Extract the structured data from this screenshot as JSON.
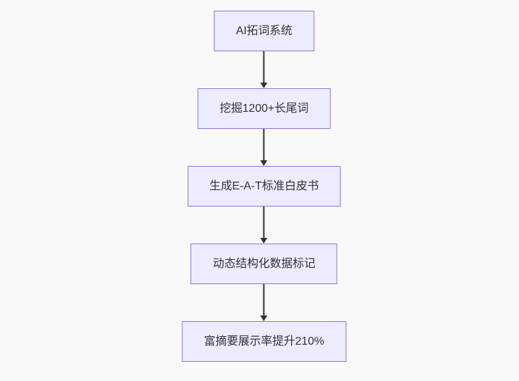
{
  "diagram": {
    "type": "flowchart",
    "direction": "top-down",
    "background_color": "#f9f9f9",
    "node_fill_color": "#ECECFF",
    "node_border_color": "#9370DB",
    "text_color": "#333333",
    "arrow_color": "#333333",
    "nodes": [
      {
        "id": "node-1",
        "label": "AI拓词系统"
      },
      {
        "id": "node-2",
        "label": "挖掘1200+长尾词"
      },
      {
        "id": "node-3",
        "label": "生成E-A-T标准白皮书"
      },
      {
        "id": "node-4",
        "label": "动态结构化数据标记"
      },
      {
        "id": "node-5",
        "label": "富摘要展示率提升210%"
      }
    ],
    "edges": [
      {
        "from": "node-1",
        "to": "node-2"
      },
      {
        "from": "node-2",
        "to": "node-3"
      },
      {
        "from": "node-3",
        "to": "node-4"
      },
      {
        "from": "node-4",
        "to": "node-5"
      }
    ]
  }
}
